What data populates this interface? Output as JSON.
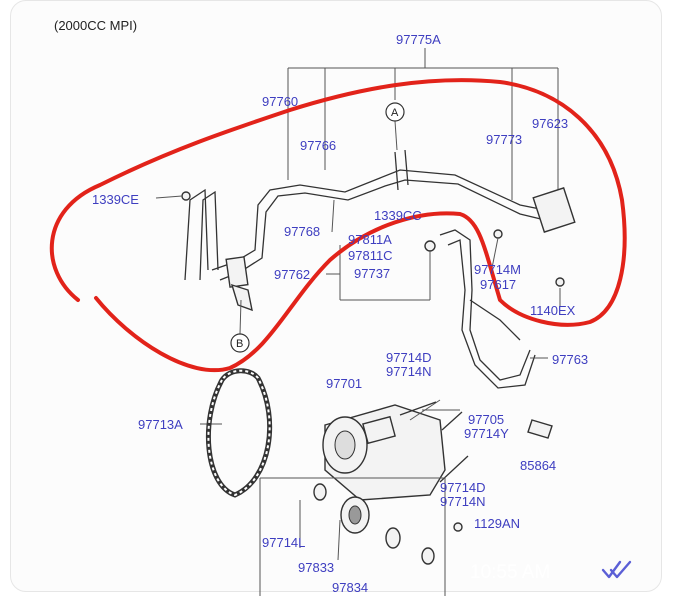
{
  "header": {
    "engine_label": "(2000CC MPI)"
  },
  "parts": {
    "p97775A": "97775A",
    "p97760": "97760",
    "p97766": "97766",
    "p97773": "97773",
    "p97623": "97623",
    "p1339CE": "1339CE",
    "p97768": "97768",
    "p1339CC": "1339CC",
    "p97811A": "97811A",
    "p97811C": "97811C",
    "p97762": "97762",
    "p97737": "97737",
    "p97714M": "97714M",
    "p97617": "97617",
    "p1140EX": "1140EX",
    "p97714D_top": "97714D",
    "p97714N_top": "97714N",
    "p97763": "97763",
    "p97701": "97701",
    "p97713A": "97713A",
    "p97705": "97705",
    "p97714Y": "97714Y",
    "p85864": "85864",
    "p97714D_bot": "97714D",
    "p97714N_bot": "97714N",
    "p1129AN": "1129AN",
    "p97714L": "97714L",
    "p97833": "97833",
    "p97834": "97834"
  },
  "callouts": {
    "a": "A",
    "b": "B"
  },
  "overlay": {
    "timestamp": "10:55 AM",
    "read_receipt_icon": "double-check-icon"
  },
  "colors": {
    "label": "#3e3ec0",
    "annotation": "#e2231a",
    "receipt": "#5b5fd6"
  }
}
